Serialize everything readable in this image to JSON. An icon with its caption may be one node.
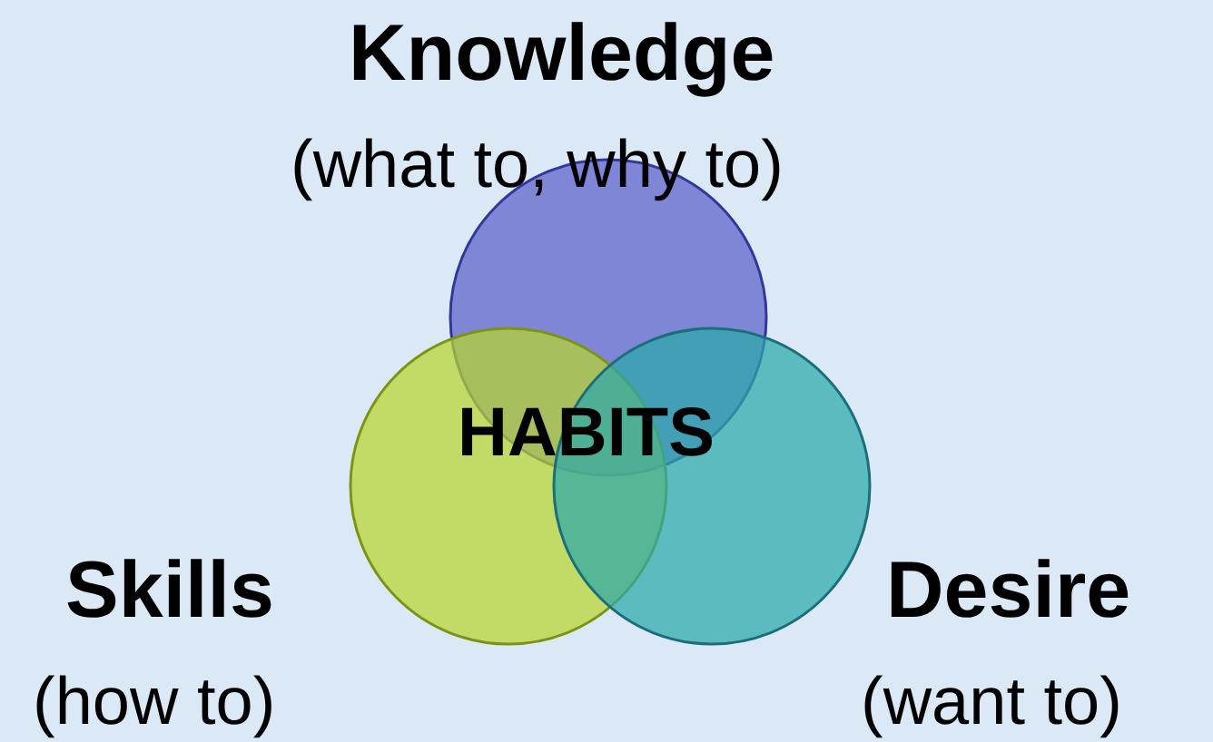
{
  "diagram": {
    "nodes": [
      {
        "text": [
          "Knowledge",
          "(what to, why to)"
        ]
      },
      {
        "text": [
          "Skills",
          "(how to)"
        ]
      },
      {
        "text": [
          "Desire",
          "(want to)"
        ]
      }
    ],
    "labels": [
      "HABITS"
    ]
  }
}
